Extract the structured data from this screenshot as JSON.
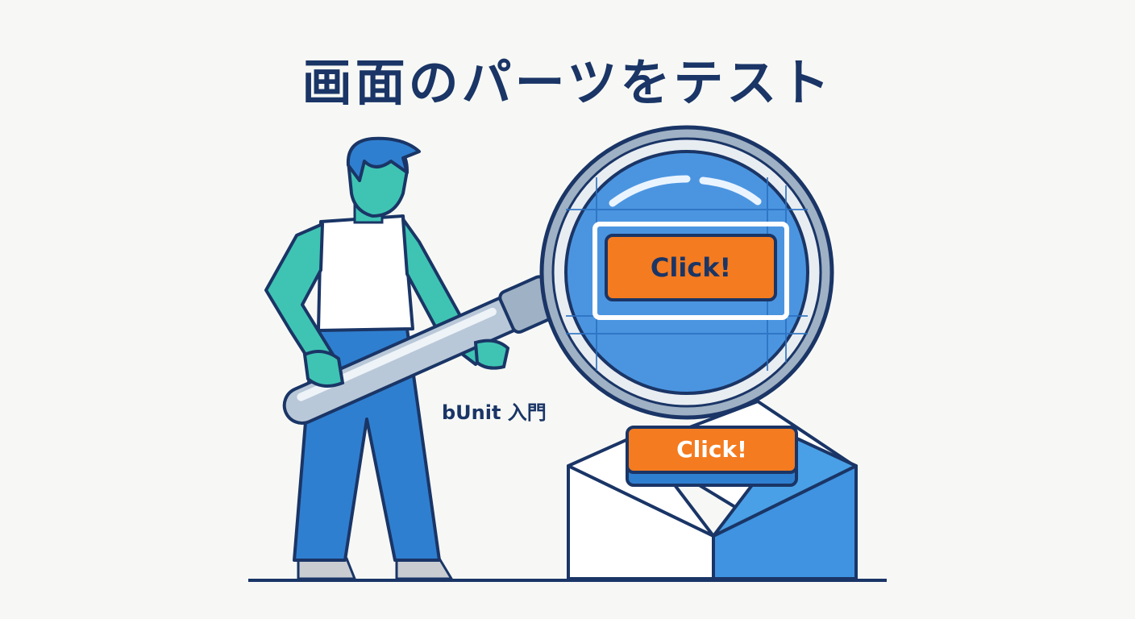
{
  "title": "画面のパーツをテスト",
  "subtitle": "bUnit 入門",
  "buttons": {
    "magnified_label": "Click!",
    "box_label": "Click!"
  },
  "colors": {
    "navy": "#1a3566",
    "blue": "#2f7fd0",
    "light_blue": "#4aa0e6",
    "teal": "#3fc4b3",
    "orange": "#f47b20",
    "background": "#f7f8f5"
  },
  "icons": [
    "person-illustration",
    "magnifying-glass-icon",
    "open-box-icon"
  ]
}
